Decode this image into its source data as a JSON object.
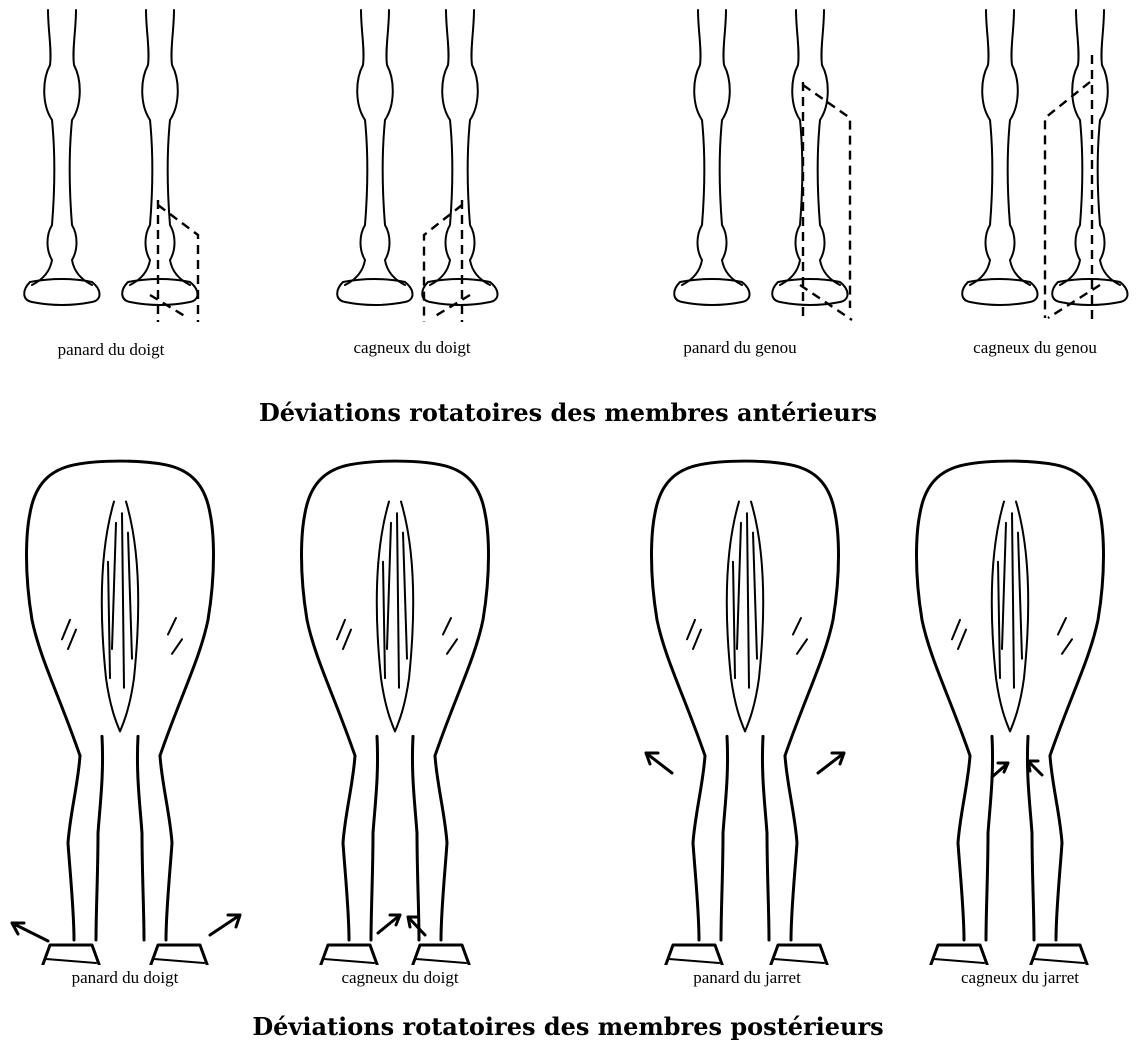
{
  "front": {
    "title": "Déviations rotatoires des membres antérieurs",
    "captions": [
      "panard du doigt",
      "cagneux du doigt",
      "panard du genou",
      "cagneux du genou"
    ]
  },
  "rear": {
    "title": "Déviations rotatoires des membres postérieurs",
    "captions": [
      "panard du doigt",
      "cagneux du doigt",
      "panard du jarret",
      "cagneux du jarret"
    ]
  }
}
